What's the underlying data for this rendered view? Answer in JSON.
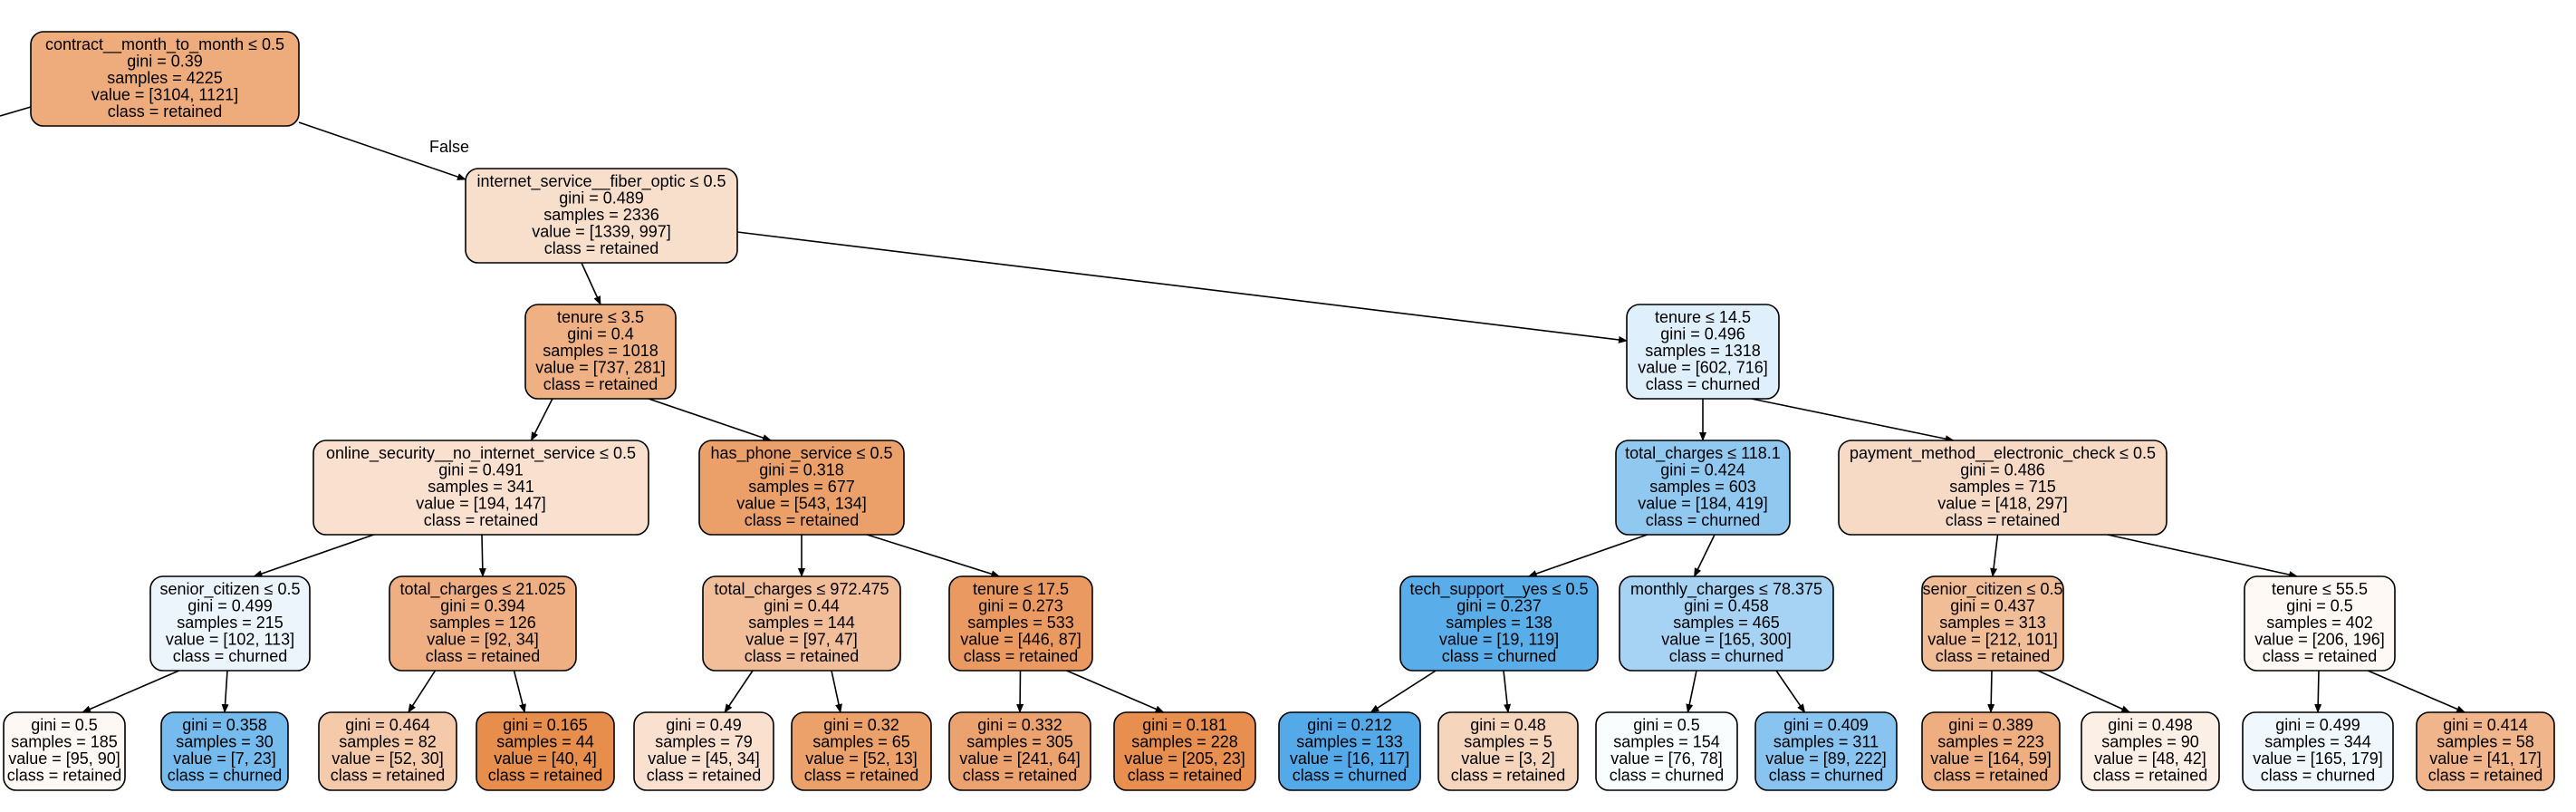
{
  "tree": {
    "false_edge_label": "False",
    "nodes": [
      {
        "id": "root",
        "lines": [
          "contract__month_to_month ≤ 0.5",
          "gini = 0.39",
          "samples = 4225",
          "value = [3104, 1121]",
          "class = retained"
        ],
        "fill": "#eeac7d"
      },
      {
        "id": "n1",
        "lines": [
          "internet_service__fiber_optic ≤ 0.5",
          "gini = 0.489",
          "samples = 2336",
          "value = [1339, 997]",
          "class = retained"
        ],
        "fill": "#f8dfcc"
      },
      {
        "id": "n2",
        "lines": [
          "tenure ≤ 3.5",
          "gini = 0.4",
          "samples = 1018",
          "value = [737, 281]",
          "class = retained"
        ],
        "fill": "#efb184"
      },
      {
        "id": "n3",
        "lines": [
          "tenure ≤ 14.5",
          "gini = 0.496",
          "samples = 1318",
          "value = [602, 716]",
          "class = churned"
        ],
        "fill": "#dfeffb"
      },
      {
        "id": "n4",
        "lines": [
          "online_security__no_internet_service ≤ 0.5",
          "gini = 0.491",
          "samples = 341",
          "value = [194, 147]",
          "class = retained"
        ],
        "fill": "#f9e0cf"
      },
      {
        "id": "n5",
        "lines": [
          "has_phone_service ≤ 0.5",
          "gini = 0.318",
          "samples = 677",
          "value = [543, 134]",
          "class = retained"
        ],
        "fill": "#eba06a"
      },
      {
        "id": "n6",
        "lines": [
          "total_charges ≤ 118.1",
          "gini = 0.424",
          "samples = 603",
          "value = [184, 419]",
          "class = churned"
        ],
        "fill": "#90c8f0"
      },
      {
        "id": "n7",
        "lines": [
          "payment_method__electronic_check ≤ 0.5",
          "gini = 0.486",
          "samples = 715",
          "value = [418, 297]",
          "class = retained"
        ],
        "fill": "#f7dac6"
      },
      {
        "id": "n8",
        "lines": [
          "senior_citizen ≤ 0.5",
          "gini = 0.499",
          "samples = 215",
          "value = [102, 113]",
          "class = churned"
        ],
        "fill": "#ecf5fc"
      },
      {
        "id": "n9",
        "lines": [
          "total_charges ≤ 21.025",
          "gini = 0.394",
          "samples = 126",
          "value = [92, 34]",
          "class = retained"
        ],
        "fill": "#efaf82"
      },
      {
        "id": "n10",
        "lines": [
          "total_charges ≤ 972.475",
          "gini = 0.44",
          "samples = 144",
          "value = [97, 47]",
          "class = retained"
        ],
        "fill": "#f2be99"
      },
      {
        "id": "n11",
        "lines": [
          "tenure ≤ 17.5",
          "gini = 0.273",
          "samples = 533",
          "value = [446, 87]",
          "class = retained"
        ],
        "fill": "#ea9a60"
      },
      {
        "id": "n12",
        "lines": [
          "tech_support__yes ≤ 0.5",
          "gini = 0.237",
          "samples = 138",
          "value = [19, 119]",
          "class = churned"
        ],
        "fill": "#59ade9"
      },
      {
        "id": "n13",
        "lines": [
          "monthly_charges ≤ 78.375",
          "gini = 0.458",
          "samples = 465",
          "value = [165, 300]",
          "class = churned"
        ],
        "fill": "#a6d3f3"
      },
      {
        "id": "n14",
        "lines": [
          "senior_citizen ≤ 0.5",
          "gini = 0.437",
          "samples = 313",
          "value = [212, 101]",
          "class = retained"
        ],
        "fill": "#f1bd97"
      },
      {
        "id": "n15",
        "lines": [
          "tenure ≤ 55.5",
          "gini = 0.5",
          "samples = 402",
          "value = [206, 196]",
          "class = retained"
        ],
        "fill": "#fef9f5"
      },
      {
        "id": "l1",
        "lines": [
          "gini = 0.5",
          "samples = 185",
          "value = [95, 90]",
          "class = retained"
        ],
        "fill": "#fef8f5"
      },
      {
        "id": "l2",
        "lines": [
          "gini = 0.358",
          "samples = 30",
          "value = [7, 23]",
          "class = churned"
        ],
        "fill": "#75bbed"
      },
      {
        "id": "l3",
        "lines": [
          "gini = 0.464",
          "samples = 82",
          "value = [52, 30]",
          "class = retained"
        ],
        "fill": "#f4caab"
      },
      {
        "id": "l4",
        "lines": [
          "gini = 0.165",
          "samples = 44",
          "value = [40, 4]",
          "class = retained"
        ],
        "fill": "#e88e4d"
      },
      {
        "id": "l5",
        "lines": [
          "gini = 0.49",
          "samples = 79",
          "value = [45, 34]",
          "class = retained"
        ],
        "fill": "#f9e0cf"
      },
      {
        "id": "l6",
        "lines": [
          "gini = 0.32",
          "samples = 65",
          "value = [52, 13]",
          "class = retained"
        ],
        "fill": "#eca06a"
      },
      {
        "id": "l7",
        "lines": [
          "gini = 0.332",
          "samples = 305",
          "value = [241, 64]",
          "class = retained"
        ],
        "fill": "#eca26e"
      },
      {
        "id": "l8",
        "lines": [
          "gini = 0.181",
          "samples = 228",
          "value = [205, 23]",
          "class = retained"
        ],
        "fill": "#e88f4f"
      },
      {
        "id": "l9",
        "lines": [
          "gini = 0.212",
          "samples = 133",
          "value = [16, 117]",
          "class = churned"
        ],
        "fill": "#54aae9"
      },
      {
        "id": "l10",
        "lines": [
          "gini = 0.48",
          "samples = 5",
          "value = [3, 2]",
          "class = retained"
        ],
        "fill": "#f6d5bd"
      },
      {
        "id": "l11",
        "lines": [
          "gini = 0.5",
          "samples = 154",
          "value = [76, 78]",
          "class = churned"
        ],
        "fill": "#fafdfe"
      },
      {
        "id": "l12",
        "lines": [
          "gini = 0.409",
          "samples = 311",
          "value = [89, 222]",
          "class = churned"
        ],
        "fill": "#88c4ef"
      },
      {
        "id": "l13",
        "lines": [
          "gini = 0.389",
          "samples = 223",
          "value = [164, 59]",
          "class = retained"
        ],
        "fill": "#eeae80"
      },
      {
        "id": "l14",
        "lines": [
          "gini = 0.498",
          "samples = 90",
          "value = [48, 42]",
          "class = retained"
        ],
        "fill": "#fcefe6"
      },
      {
        "id": "l15",
        "lines": [
          "gini = 0.499",
          "samples = 344",
          "value = [165, 179]",
          "class = churned"
        ],
        "fill": "#f0f7fd"
      },
      {
        "id": "l16",
        "lines": [
          "gini = 0.414",
          "samples = 58",
          "value = [41, 17]",
          "class = retained"
        ],
        "fill": "#f0b58b"
      }
    ]
  }
}
